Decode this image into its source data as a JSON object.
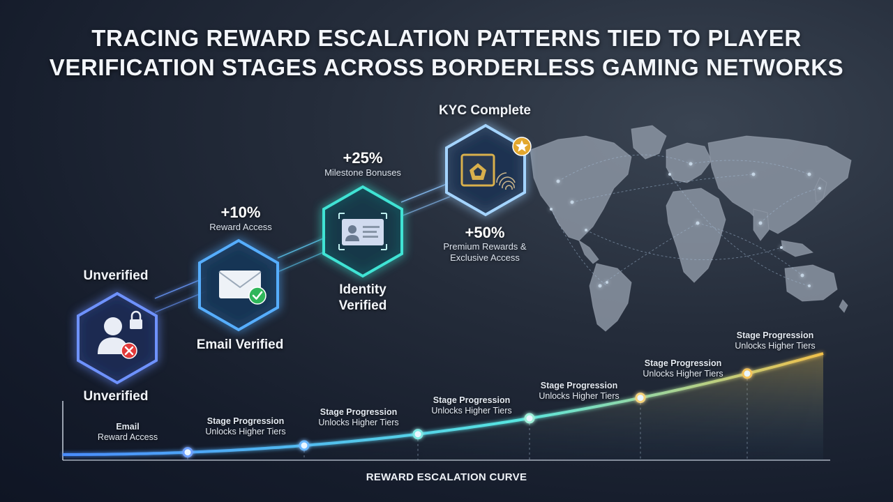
{
  "title": {
    "line1": "TRACING REWARD ESCALATION PATTERNS TIED TO PLAYER",
    "line2": "VERIFICATION STAGES ACROSS BORDERLESS GAMING NETWORKS"
  },
  "stages": [
    {
      "id": "unverified",
      "top_label": "Unverified",
      "bottom_label": "Unverified",
      "icon": "locked-user-icon",
      "color": "#5f8cff"
    },
    {
      "id": "email",
      "label": "Email Verified",
      "bonus": "+10%",
      "bonus_desc": "Reward Access",
      "icon": "email-check-icon",
      "color": "#4fa8ff"
    },
    {
      "id": "identity",
      "label_line1": "Identity",
      "label_line2": "Verified",
      "bonus": "+25%",
      "bonus_desc": "Milestone Bonuses",
      "icon": "id-card-icon",
      "color": "#38e0d0"
    },
    {
      "id": "kyc",
      "label": "KYC Complete",
      "bonus": "+50%",
      "bonus_desc_line1": "Premium Rewards &",
      "bonus_desc_line2": "Exclusive Access",
      "icon": "fingerprint-vault-icon",
      "color": "#9ad0ff",
      "badge": "star-badge-icon"
    }
  ],
  "curve": {
    "axis_title": "REWARD ESCALATION CURVE",
    "labels": [
      {
        "line1": "Email",
        "line2": "Reward Access"
      },
      {
        "line1": "Stage Progression",
        "line2": "Unlocks Higher Tiers"
      },
      {
        "line1": "Stage Progression",
        "line2": "Unlocks Higher Tiers"
      },
      {
        "line1": "Stage Progression",
        "line2": "Unlocks Higher Tiers"
      },
      {
        "line1": "Stage Progression",
        "line2": "Unlocks Higher Tiers"
      },
      {
        "line1": "Stage Progression",
        "line2": "Unlocks Higher Tiers"
      },
      {
        "line1": "Stage Progression",
        "line2": "Unlocks Higher Tiers"
      }
    ],
    "colors": {
      "start": "#4a8cff",
      "mid": "#58e6e0",
      "end": "#f2c04a"
    }
  },
  "map": {
    "icon": "world-map-network-icon"
  }
}
